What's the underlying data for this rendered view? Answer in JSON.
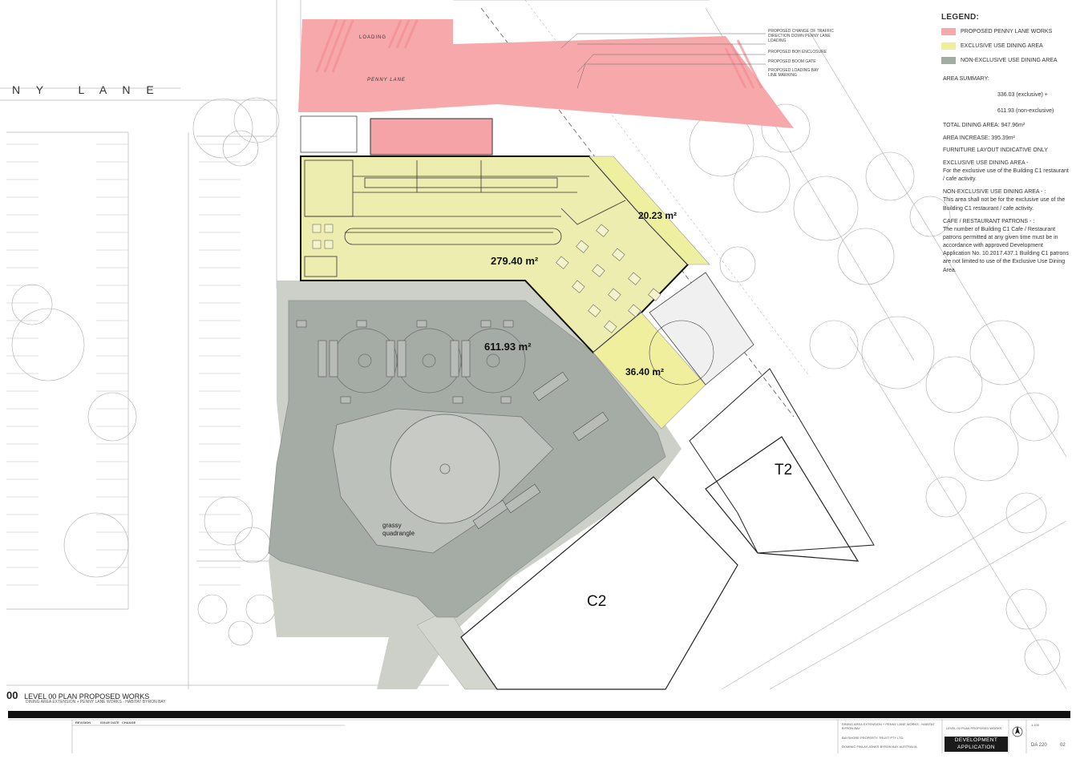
{
  "legend": {
    "title": "LEGEND:",
    "items": [
      {
        "label": "PROPOSED PENNY LANE WORKS",
        "color": "#f7a8ab"
      },
      {
        "label": "EXCLUSIVE USE DINING AREA",
        "color": "#efef9a"
      },
      {
        "label": "NON-EXCLUSIVE USE DINING AREA",
        "color": "#a4aaa4"
      }
    ]
  },
  "summary": {
    "heading": "AREA SUMMARY:",
    "line1": "336.03 (exclusive) +",
    "line2": "611.93 (non-exclusive)",
    "total": "TOTAL DINING AREA: 947.96m²",
    "increase": "AREA INCREASE: 395.39m²",
    "furniture": "FURNITURE LAYOUT INDICATIVE ONLY",
    "exclusive_title": "EXCLUSIVE USE DINING AREA -",
    "exclusive_text": "For the exclusive use of the Building C1 restaurant / cafe activity.",
    "nonexclusive_title": "NON-EXCLUSIVE USE DINING AREA - :",
    "nonexclusive_text": "This area shall not be for the exclusive use of the Building C1 restaurant / cafe activity.",
    "patrons_title": "CAFE / RESTAURANT PATRONS - :",
    "patrons_text": "The number of Building C1 Cafe / Restaurant patrons permitted at any given time must be in accordance with approved Development Application No. 10.2017.437.1 Building C1 patrons are not limited to use of the Exclusive Use Dining Area."
  },
  "areas": {
    "main": "279.40 m²",
    "corner": "20.23 m²",
    "lower": "36.40 m²",
    "non_exclusive": "611.93 m²"
  },
  "labels": {
    "loading": "LOADING",
    "penny_lane": "PENNY LANE",
    "ny_lane": "N Y   L A N E",
    "grassy_1": "grassy",
    "grassy_2": "quadrangle",
    "t2": "T2",
    "c2": "C2"
  },
  "notes": [
    "PROPOSED CHANGE OF TRAFFIC",
    "DIRECTION DOWN PENNY LANE",
    "LOADING",
    "PROPOSED BOH ENCLOSURE",
    "PROPOSED BOOM GATE",
    "PROPOSED LOADING BAY",
    "LINE MARKING"
  ],
  "title_block": {
    "number": "00",
    "title": "LEVEL 00 PLAN PROPOSED WORKS",
    "subtitle": "DINING AREA EXTENSION + PENNY LANE WORKS - HABITAT BYRON BAY",
    "project_1": "DINING AREA EXTENSION + PENNY LANE WORKS - HABITAT",
    "project_2": "BYRON BAY",
    "client": "BAYSHORE PROPERTY TRUST PTY LTD",
    "architect": "DOMINIC FINLAY-JONES BYRON BAY AUSTRALIA",
    "sheet_title": "LEVEL 00 PLAN PROPOSED WORKS",
    "status": "DEVELOPMENT APPLICATION",
    "drawing_no": "DA 220",
    "scale": "1:100",
    "rev": "02",
    "revision_header": "REVISION",
    "issue_date_header": "ISSUE DATE",
    "change_header": "CHANGE"
  },
  "colors": {
    "penny": "#f7a8ab",
    "exclusive": "#efefa8",
    "nonexclusive": "#a5aba5",
    "outer_path": "#c8ccc4"
  }
}
